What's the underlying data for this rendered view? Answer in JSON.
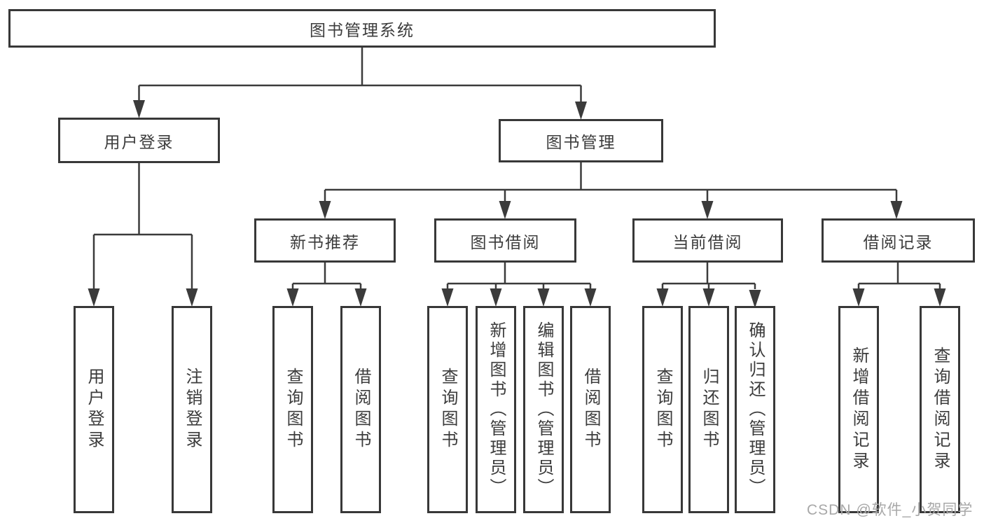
{
  "diagram": {
    "root": {
      "label": "图书管理系统"
    },
    "level2": [
      {
        "label": "用户登录"
      },
      {
        "label": "图书管理"
      }
    ],
    "level3": [
      {
        "label": "新书推荐"
      },
      {
        "label": "图书借阅"
      },
      {
        "label": "当前借阅"
      },
      {
        "label": "借阅记录"
      }
    ],
    "leaves": {
      "user_login": [
        "用户登录",
        "注销登录"
      ],
      "new_book_rec": [
        "查询图书",
        "借阅图书"
      ],
      "book_borrow": [
        "查询图书",
        "新增图书（管理员）",
        "编辑图书（管理员）",
        "借阅图书"
      ],
      "current_borrow": [
        "查询图书",
        "归还图书",
        "确认归还（管理员）"
      ],
      "borrow_records": [
        "新增借阅记录",
        "查询借阅记录"
      ]
    }
  },
  "watermark": "CSDN @软件_小贺同学",
  "colors": {
    "line": "#3b3b3b",
    "border": "#383838",
    "text": "#3c3c3c",
    "watermark": "#a8a8a8",
    "background": "#ffffff"
  }
}
